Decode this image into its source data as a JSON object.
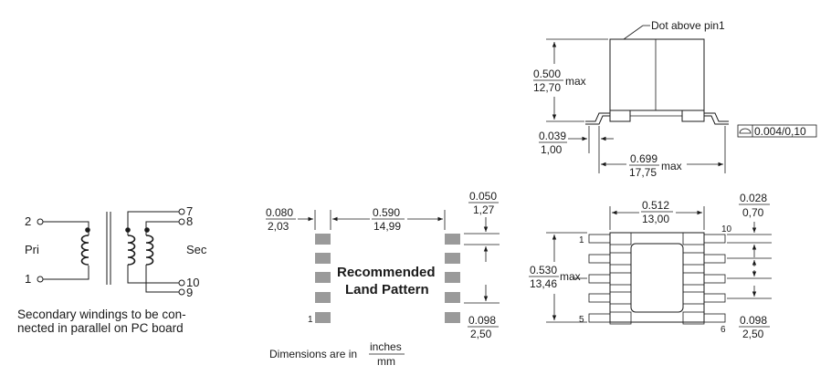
{
  "schematic": {
    "pins": {
      "p2": "2",
      "p1": "1",
      "p7": "7",
      "p8": "8",
      "p10": "10",
      "p9": "9"
    },
    "pri_label": "Pri",
    "sec_label": "Sec",
    "note_line1": "Secondary windings to be con-",
    "note_line2": "nected in parallel on PC board"
  },
  "side_view": {
    "dot_label": "Dot above pin1",
    "height_in": "0.500",
    "height_mm": "12,70",
    "height_suffix": "max",
    "standoff_in": "0.039",
    "standoff_mm": "1,00",
    "length_in": "0.699",
    "length_mm": "17,75",
    "length_suffix": "max",
    "coplanarity": "0.004/0,10"
  },
  "land_pattern": {
    "title_line1": "Recommended",
    "title_line2": "Land Pattern",
    "pad_width_in": "0.080",
    "pad_width_mm": "2,03",
    "span_in": "0.590",
    "span_mm": "14,99",
    "pitch_in": "0.050",
    "pitch_mm": "1,27",
    "pad_h_in": "0.098",
    "pad_h_mm": "2,50",
    "pin1_label": "1"
  },
  "top_view": {
    "body_w_in": "0.512",
    "body_w_mm": "13,00",
    "lead_w_in": "0.028",
    "lead_w_mm": "0,70",
    "width_in": "0.530",
    "width_mm": "13,46",
    "width_suffix": "max",
    "lead_pitch_in": "0.098",
    "lead_pitch_mm": "2,50",
    "pins": {
      "p1": "1",
      "p5": "5",
      "p6": "6",
      "p10": "10"
    }
  },
  "units_note": {
    "prefix": "Dimensions are in",
    "numerator": "inches",
    "denominator": "mm"
  }
}
